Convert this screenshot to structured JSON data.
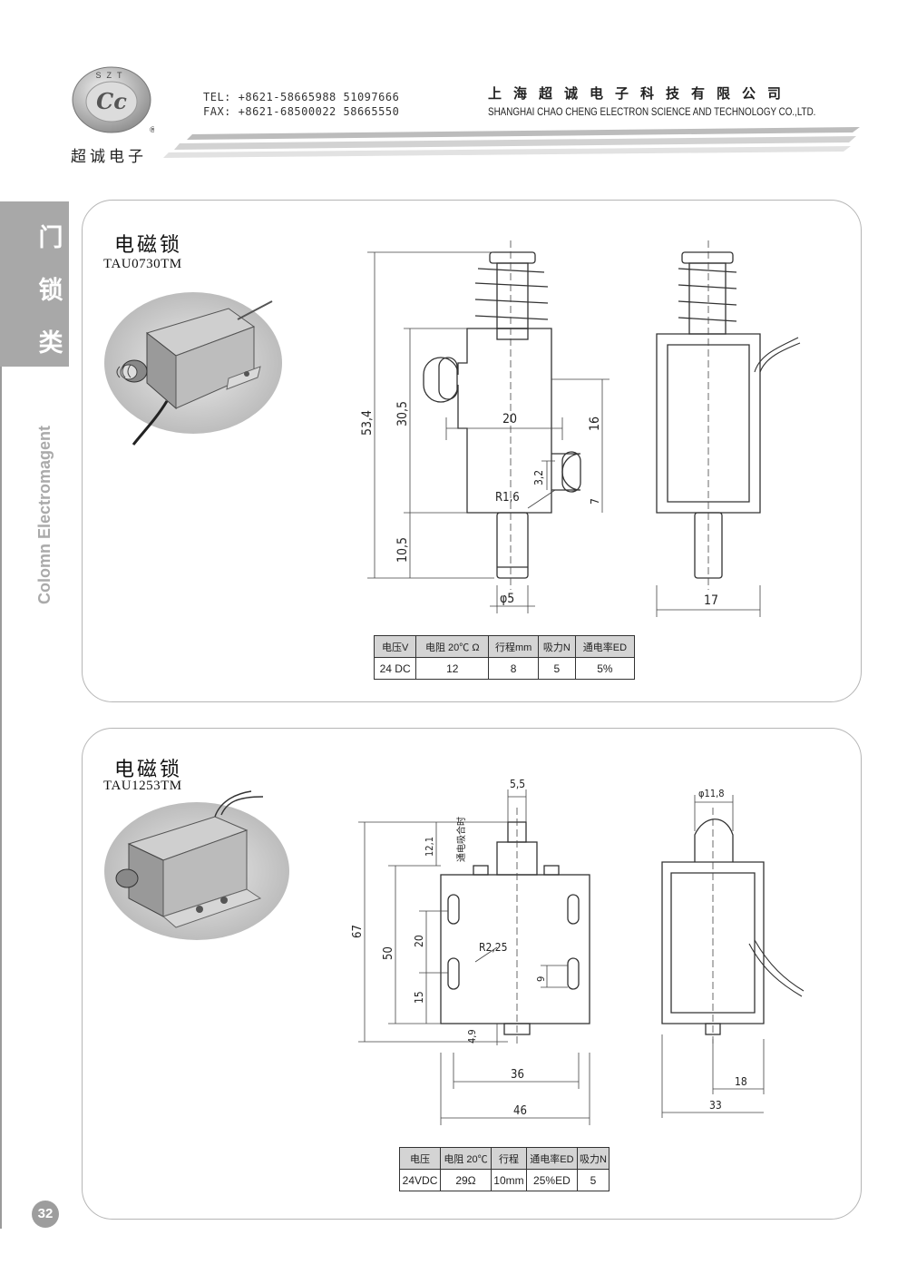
{
  "header": {
    "logo_letters": "SZT",
    "logo_mark": "Cc",
    "logo_cn": "超诚电子",
    "tel": "TEL: +8621-58665988 51097666",
    "fax": "FAX: +8621-68500022 58665550",
    "company_cn": "上海超诚电子科技有限公司",
    "company_en": "SHANGHAI CHAO CHENG ELECTRON SCIENCE AND TECHNOLOGY CO.,LTD."
  },
  "side": {
    "category": [
      "门",
      "锁",
      "类"
    ],
    "label_en": "Colomn Electromagent",
    "page_number": "32"
  },
  "product1": {
    "title": "电磁锁",
    "model": "TAU0730TM",
    "dims": {
      "total_height": "53,4",
      "body_height": "30,5",
      "width": "20",
      "offset": "16",
      "slot": "3,2",
      "radius": "R1,6",
      "bottom": "7",
      "plunger": "10,5",
      "diameter": "φ5",
      "side_width": "17"
    },
    "spec_headers": [
      "电压V",
      "电阻 20℃ Ω",
      "行程mm",
      "吸力N",
      "通电率ED"
    ],
    "spec_values": [
      "24 DC",
      "12",
      "8",
      "5",
      "5%"
    ]
  },
  "product2": {
    "title": "电磁锁",
    "model": "TAU1253TM",
    "dims": {
      "top": "5,5",
      "diameter_side": "φ11,8",
      "total_height": "67",
      "body_height": "50",
      "upper": "12,1",
      "note": "通电吸合时",
      "mid": "20",
      "radius": "R2,25",
      "lower": "15",
      "slot": "9",
      "bottom": "4,9",
      "inner_width": "36",
      "width": "46",
      "side_inner": "18",
      "side_width": "33"
    },
    "spec_headers": [
      "电压",
      "电阻 20℃",
      "行程",
      "通电率ED",
      "吸力N"
    ],
    "spec_values": [
      "24VDC",
      "29Ω",
      "10mm",
      "25%ED",
      "5"
    ]
  },
  "colors": {
    "side_tab": "#a8a8a8",
    "panel_border": "#b5b5b5",
    "table_header": "#d4d4d4",
    "drawing_line": "#333333"
  }
}
